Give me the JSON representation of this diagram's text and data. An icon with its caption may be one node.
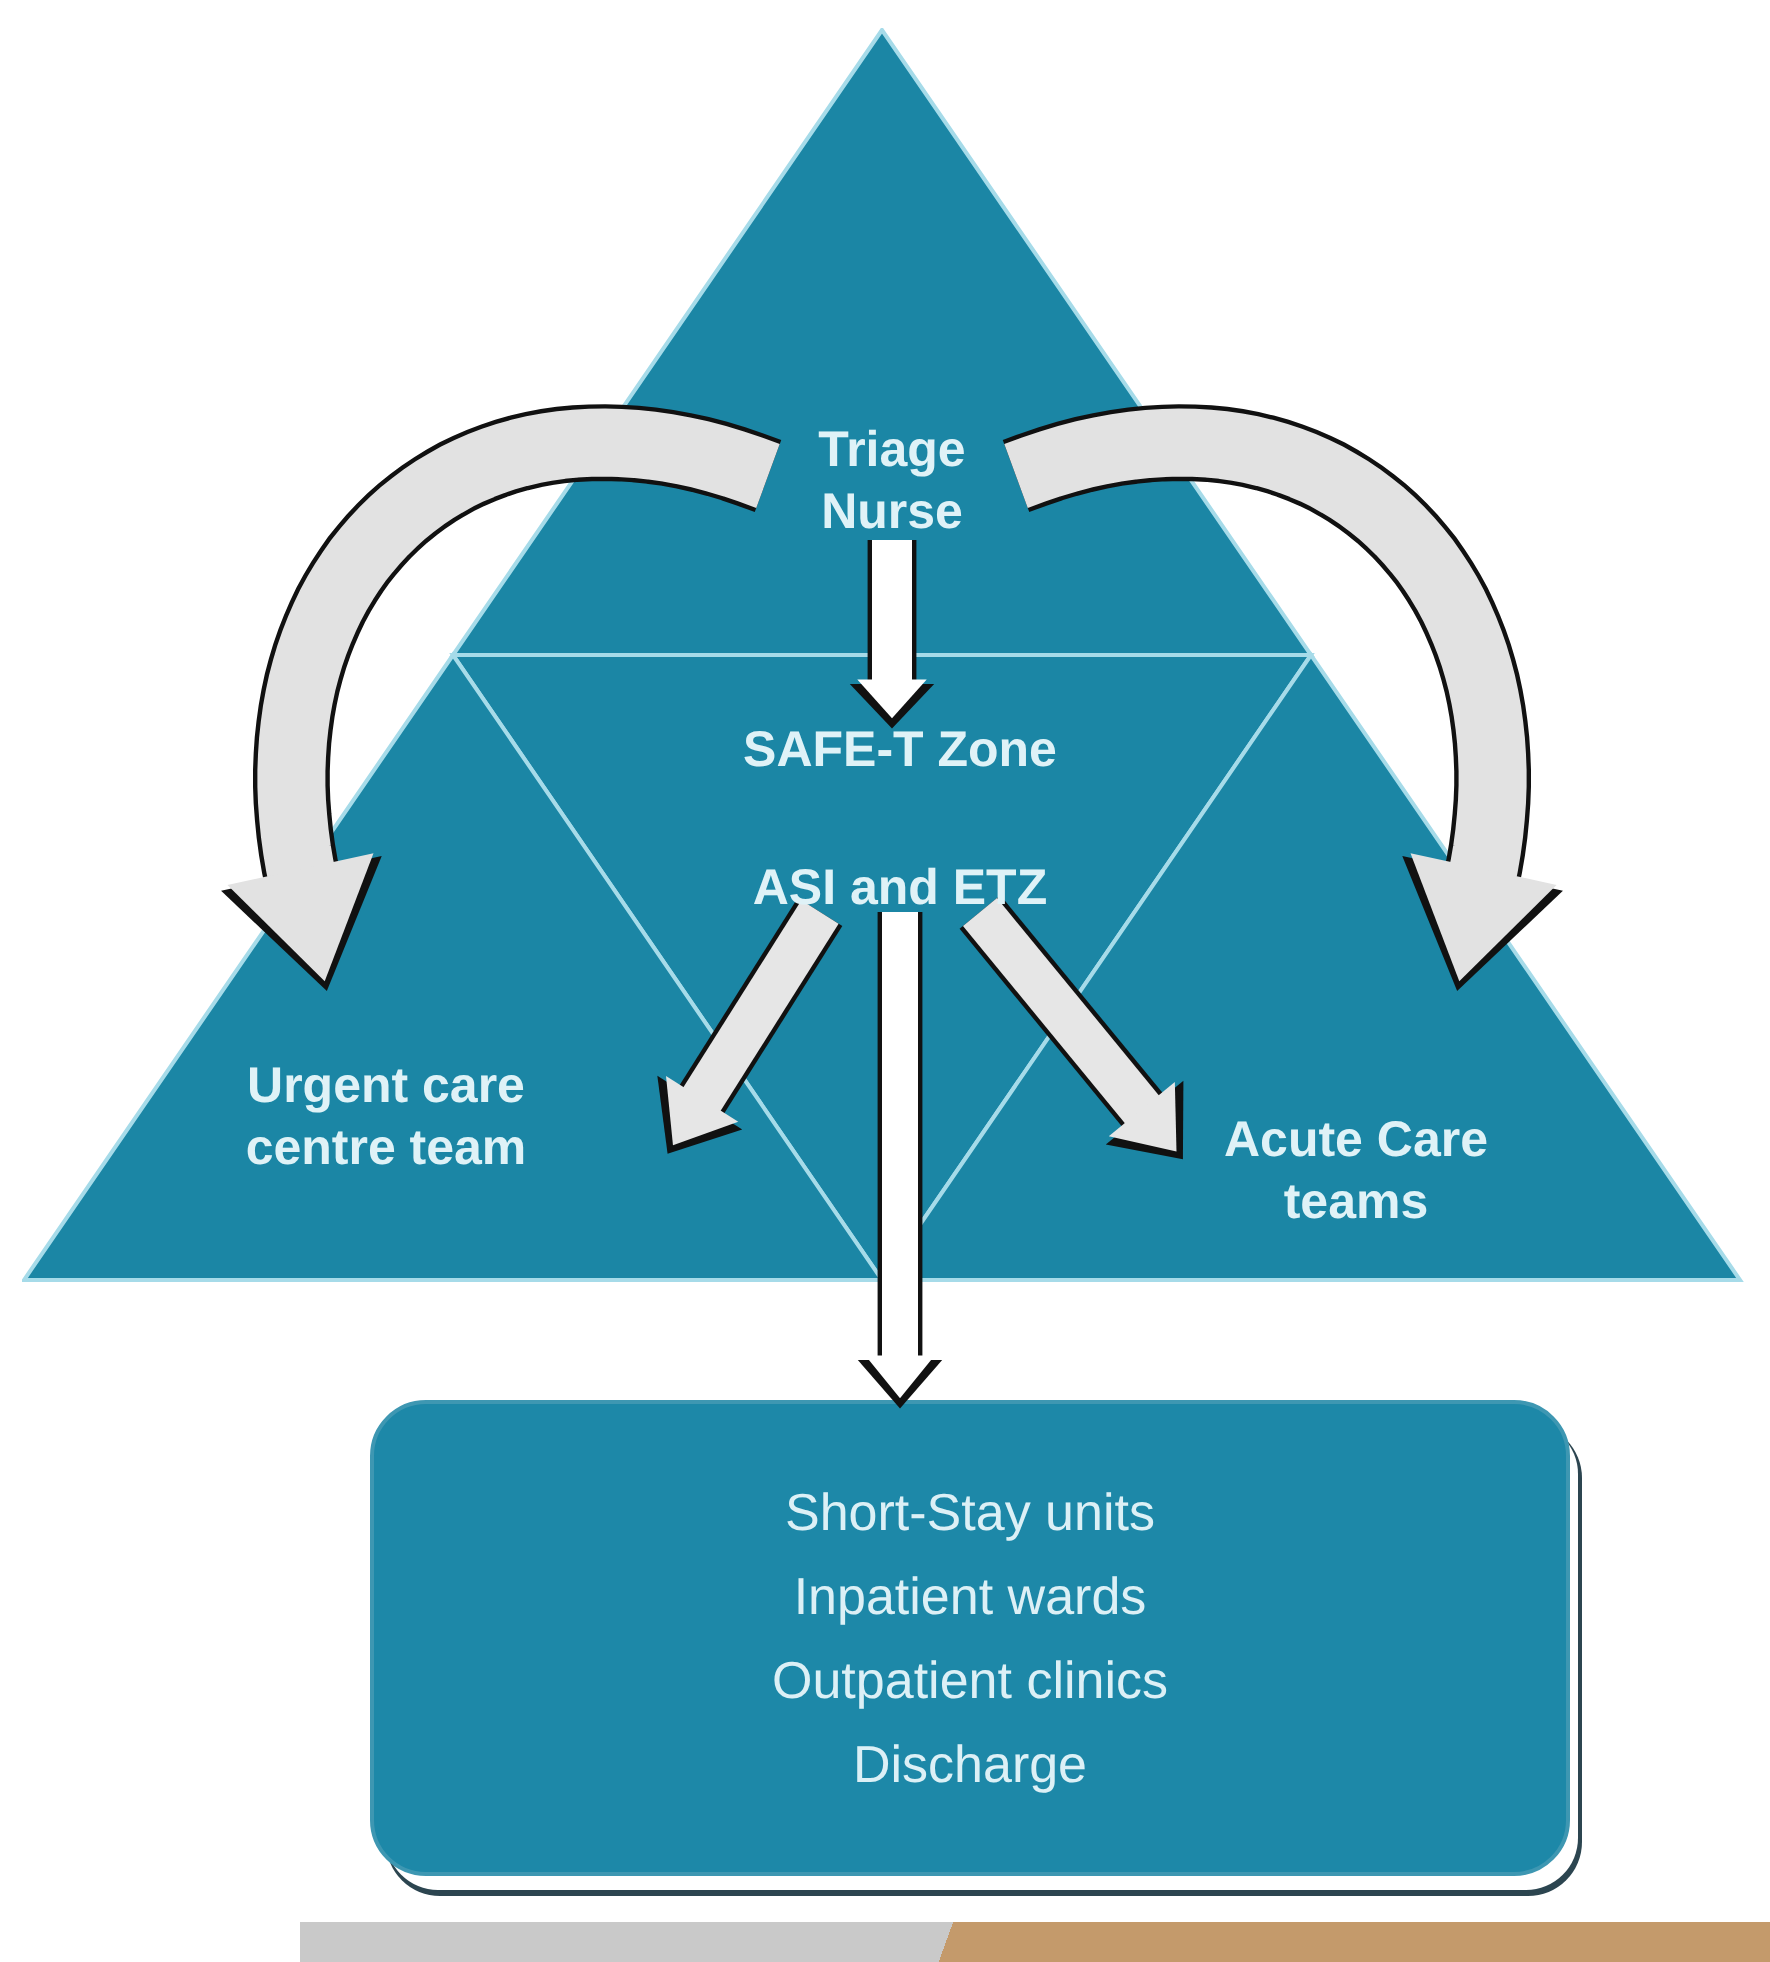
{
  "diagram": {
    "nodes": [
      {
        "text": [
          "Triage Nurse"
        ]
      },
      {
        "text": [
          "SAFE-T Zone",
          "ASI and ETZ"
        ]
      },
      {
        "text": [
          "Urgent care centre team"
        ]
      },
      {
        "text": [
          "Acute Care teams"
        ]
      },
      {
        "text": [
          "Short-Stay units",
          "Inpatient wards",
          "Outpatient clinics",
          "Discharge"
        ]
      }
    ],
    "edges": [
      {
        "from": 0,
        "to": 1,
        "arrow": "to"
      },
      {
        "from": 0,
        "to": 2,
        "arrow": "to"
      },
      {
        "from": 0,
        "to": 3,
        "arrow": "to"
      },
      {
        "from": 1,
        "to": 2,
        "arrow": "to"
      },
      {
        "from": 1,
        "to": 3,
        "arrow": "to"
      },
      {
        "from": 1,
        "to": 4,
        "arrow": "to"
      }
    ]
  }
}
